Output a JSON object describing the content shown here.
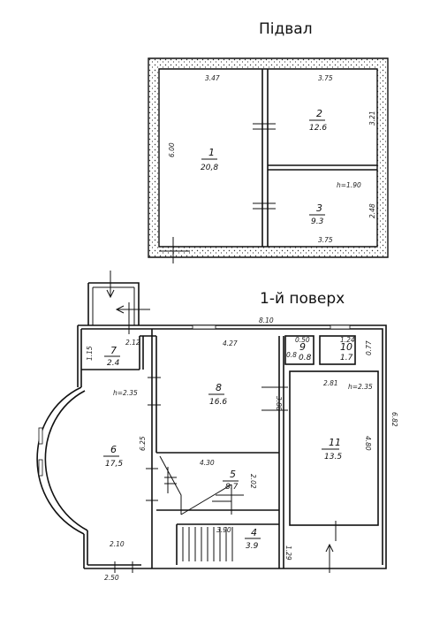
{
  "headings": {
    "basement": "Підвал",
    "first_floor": "1-й поверх"
  },
  "basement": {
    "dims": {
      "top_left": "3.47",
      "top_right": "3.75",
      "left": "6.00",
      "right_upper": "3.21",
      "right_lower": "2.48",
      "bottom": "3.75",
      "height_note": "h=1.90"
    },
    "rooms": [
      {
        "number": "1",
        "area": "20,8"
      },
      {
        "number": "2",
        "area": "12.6"
      },
      {
        "number": "3",
        "area": "9.3"
      }
    ]
  },
  "first_floor": {
    "dims": {
      "top_total": "8.10",
      "room7_w": "2.12",
      "room7_h": "1.15",
      "room8_w": "4.27",
      "room9_w": "0.50",
      "room9_h": "0.8",
      "room10_w": "1.24",
      "room10_h": "0.77",
      "room8_h": "3.88",
      "room11_w": "2.81",
      "room11_h": "4.80",
      "right_total": "6.82",
      "room6_h": "6.25",
      "room5_w": "4.30",
      "room5_h": "2.02",
      "room4_w": "3.90",
      "room4_h": "1.29",
      "bottom_inner": "2.10",
      "bottom_outer": "2.50",
      "height_a": "h=2.35",
      "height_b": "h=2.35"
    },
    "rooms": [
      {
        "number": "4",
        "area": "3.9"
      },
      {
        "number": "5",
        "area": "8.7"
      },
      {
        "number": "6",
        "area": "17,5"
      },
      {
        "number": "7",
        "area": "2.4"
      },
      {
        "number": "8",
        "area": "16.6"
      },
      {
        "number": "9",
        "area": "0.8"
      },
      {
        "number": "10",
        "area": "1.7"
      },
      {
        "number": "11",
        "area": "13.5"
      }
    ]
  }
}
